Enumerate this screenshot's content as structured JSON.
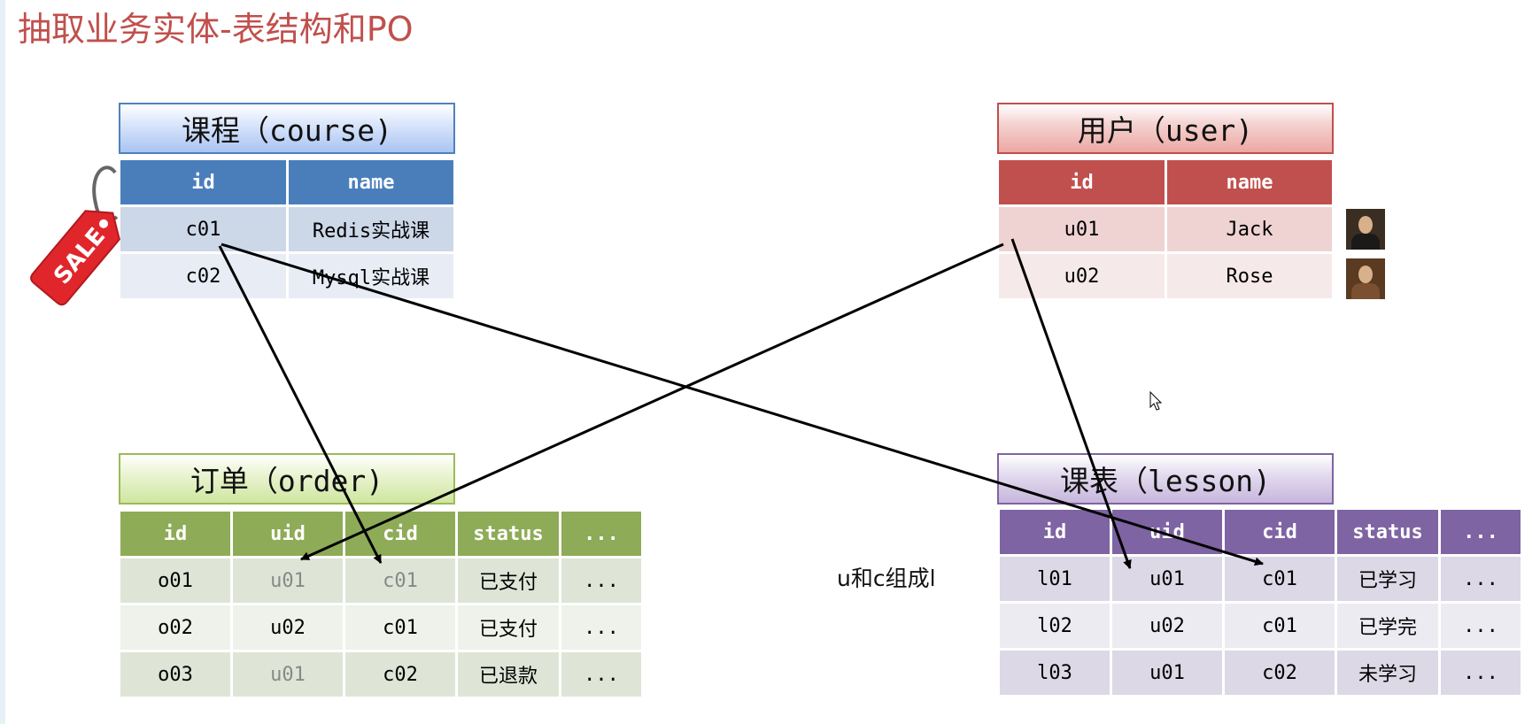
{
  "title": "抽取业务实体-表结构和PO",
  "tables": {
    "course": {
      "title": "课程（course)",
      "headers": [
        "id",
        "name"
      ],
      "rows": [
        [
          "c01",
          "Redis实战课"
        ],
        [
          "c02",
          "Mysql实战课"
        ]
      ]
    },
    "user": {
      "title": "用户（user)",
      "headers": [
        "id",
        "name"
      ],
      "rows": [
        [
          "u01",
          "Jack"
        ],
        [
          "u02",
          "Rose"
        ]
      ]
    },
    "order": {
      "title": "订单（order)",
      "headers": [
        "id",
        "uid",
        "cid",
        "status",
        "..."
      ],
      "rows": [
        [
          "o01",
          "u01",
          "c01",
          "已支付",
          "..."
        ],
        [
          "o02",
          "u02",
          "c01",
          "已支付",
          "..."
        ],
        [
          "o03",
          "u01",
          "c02",
          "已退款",
          "..."
        ]
      ]
    },
    "lesson": {
      "title": "课表（lesson)",
      "headers": [
        "id",
        "uid",
        "cid",
        "status",
        "..."
      ],
      "rows": [
        [
          "l01",
          "u01",
          "c01",
          "已学习",
          "..."
        ],
        [
          "l02",
          "u02",
          "c01",
          "已学完",
          "..."
        ],
        [
          "l03",
          "u01",
          "c02",
          "未学习",
          "..."
        ]
      ]
    }
  },
  "note": "u和c组成l",
  "sale_tag": "SALE",
  "colors": {
    "course": "#4f81bd",
    "user": "#c0504d",
    "order": "#9bbb59",
    "lesson": "#8064a2",
    "title": "#c0504d"
  }
}
